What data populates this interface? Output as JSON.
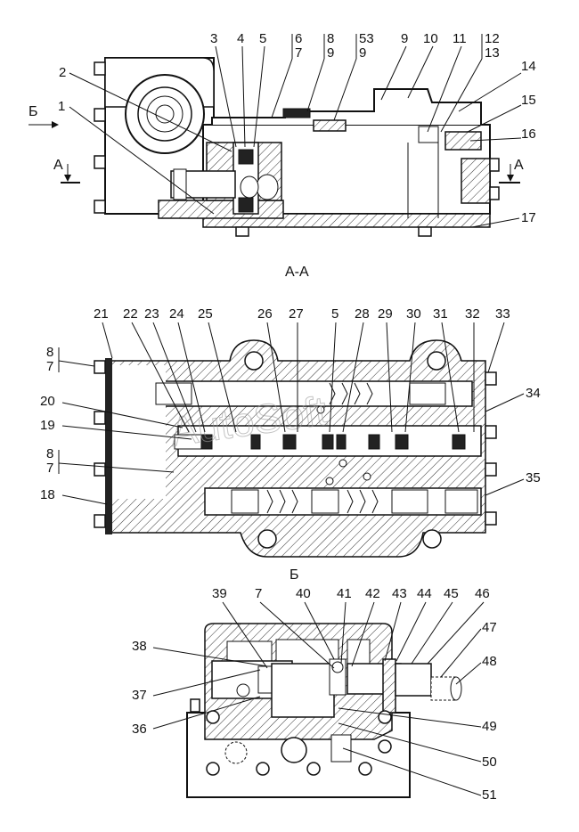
{
  "watermark": "AutoSoft",
  "views": {
    "top_title": "",
    "section_aa_title": "А-А",
    "view_b_title": "Б"
  },
  "markers": {
    "b_arrow_letter": "Б",
    "a_left_letter": "А",
    "a_right_letter": "А"
  },
  "callouts": {
    "top": [
      "1",
      "2",
      "3",
      "4",
      "5",
      "6",
      "7",
      "8",
      "9",
      "53",
      "9",
      "9",
      "10",
      "11",
      "12",
      "13",
      "14",
      "15",
      "16",
      "17"
    ],
    "section": [
      "21",
      "22",
      "23",
      "24",
      "25",
      "26",
      "27",
      "5",
      "28",
      "29",
      "30",
      "31",
      "32",
      "33",
      "34",
      "35",
      "8",
      "7",
      "20",
      "19",
      "8",
      "7",
      "18"
    ],
    "bottom": [
      "39",
      "7",
      "40",
      "41",
      "42",
      "43",
      "44",
      "45",
      "46",
      "47",
      "48",
      "38",
      "37",
      "36",
      "49",
      "50",
      "51"
    ]
  }
}
